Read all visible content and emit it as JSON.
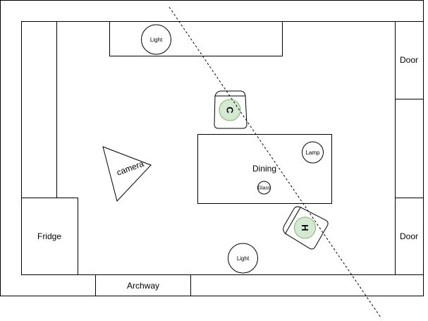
{
  "labels": {
    "door_top": "Door",
    "door_bottom": "Door",
    "fridge": "Fridge",
    "archway": "Archway",
    "dining": "Dining",
    "lamp": "Lamp",
    "glass": "Glass",
    "light_top": "Light",
    "light_bottom": "Light",
    "camera": "camera",
    "chair_c": "C",
    "chair_h": "H"
  },
  "colors": {
    "person_fill": "#d5e8d4",
    "person_stroke": "#82b366",
    "line": "#000000"
  }
}
